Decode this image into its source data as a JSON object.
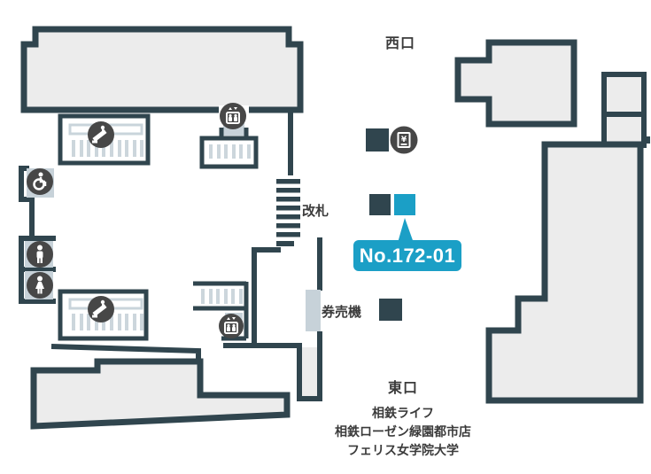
{
  "map": {
    "labels": {
      "west_exit": "西口",
      "east_exit": "東口",
      "ticket_gate": "改札",
      "ticket_machines": "券売機"
    },
    "location_badge": {
      "label": "No.172-01"
    },
    "landmarks": [
      "相鉄ライフ",
      "相鉄ローゼン緑園都市店",
      "フェリス女学院大学"
    ],
    "icons": [
      "escalator-icon",
      "elevator-icon",
      "wheelchair-icon",
      "mens-restroom-icon",
      "womens-restroom-icon",
      "ticket-atm-icon"
    ],
    "colors": {
      "wall": "#30454e",
      "building_fill": "#ececec",
      "accent_cyan": "#1b9fc6",
      "pad_blue": "#c7d2d9",
      "stripe": "#ccd6dc"
    }
  }
}
